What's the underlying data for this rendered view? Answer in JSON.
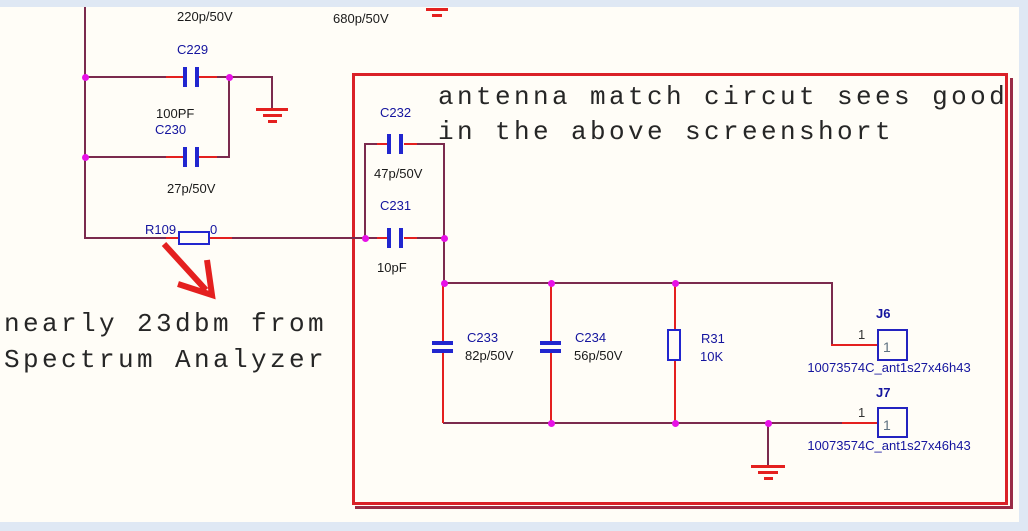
{
  "notes": {
    "box_note": [
      "antenna match circut sees good",
      "in the above screenshort"
    ],
    "measure_note": [
      "nearly 23dbm from",
      "Spectrum Analyzer"
    ]
  },
  "stray_values": {
    "top_left": "220p/50V",
    "top_right": "680p/50V"
  },
  "components": {
    "c229": {
      "ref": "C229",
      "value": "100PF"
    },
    "c230": {
      "ref": "C230",
      "value": "27p/50V"
    },
    "r109": {
      "ref": "R109",
      "value": "0"
    },
    "c232": {
      "ref": "C232",
      "value": "47p/50V"
    },
    "c231": {
      "ref": "C231",
      "value": "10pF"
    },
    "c233": {
      "ref": "C233",
      "value": "82p/50V"
    },
    "c234": {
      "ref": "C234",
      "value": "56p/50V"
    },
    "r31": {
      "ref": "R31",
      "value": "10K"
    },
    "j6": {
      "ref": "J6",
      "pin": "1",
      "pin_inner": "1",
      "part": "10073574C_ant1s27x46h43"
    },
    "j7": {
      "ref": "J7",
      "pin": "1",
      "pin_inner": "1",
      "part": "10073574C_ant1s27x46h43"
    }
  },
  "colors": {
    "wire": "#7b2a4e",
    "pin_lead": "#e4201f",
    "symbol_blue": "#2126cf",
    "refdes_blue": "#14149e",
    "junction_magenta": "#e711e7",
    "annotation_red": "#da2128",
    "annotation_shadow": "#9a2b45",
    "canvas": "#fffdf7",
    "frame": "#dfe8f4"
  }
}
